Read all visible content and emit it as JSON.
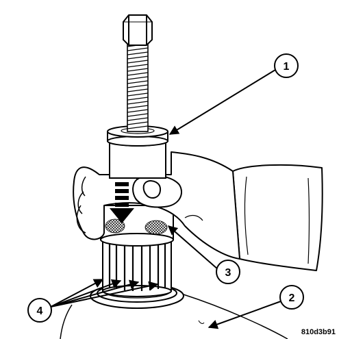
{
  "figure": {
    "code": "810d3b91",
    "callouts": [
      {
        "id": "1",
        "label": "1"
      },
      {
        "id": "2",
        "label": "2"
      },
      {
        "id": "3",
        "label": "3"
      },
      {
        "id": "4",
        "label": "4"
      }
    ]
  },
  "colors": {
    "ink": "#000000",
    "paper": "#ffffff"
  }
}
